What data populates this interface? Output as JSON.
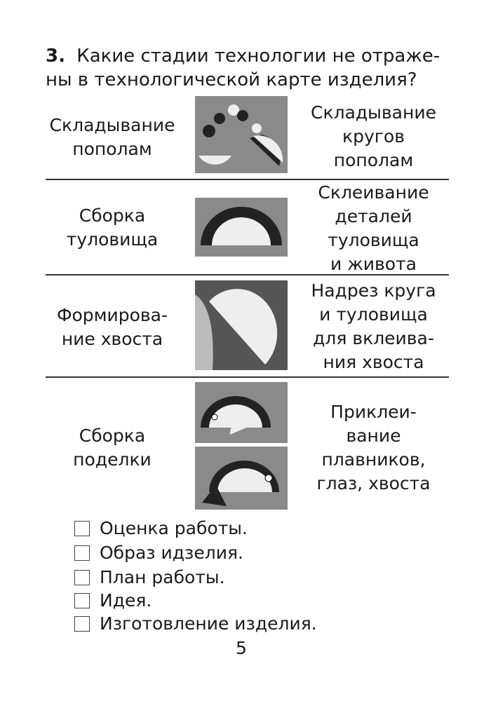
{
  "question": {
    "number": "3.",
    "line1": "Какие стадии технологии не отраже-",
    "line2": "ны в технологической карте изделия?"
  },
  "rows": [
    {
      "stage": [
        "Складывание",
        "пополам"
      ],
      "description": [
        "Складывание",
        "кругов",
        "пополам"
      ]
    },
    {
      "stage": [
        "Сборка",
        "туловища"
      ],
      "description": [
        "Склеивание",
        "деталей",
        "туловища",
        "и живота"
      ]
    },
    {
      "stage": [
        "Формирова-",
        "ние хвоста"
      ],
      "description": [
        "Надрез круга",
        "и туловища",
        "для вклеива-",
        "ния хвоста"
      ]
    },
    {
      "stage": [
        "Сборка",
        "поделки"
      ],
      "description": [
        "Приклеи-",
        "вание",
        "плавников,",
        "глаз, хвоста"
      ]
    }
  ],
  "options": [
    "Оценка работы.",
    "Образ идзелия.",
    "План работы.",
    "Идея.",
    "Изготовление изделия."
  ],
  "page_number": "5"
}
